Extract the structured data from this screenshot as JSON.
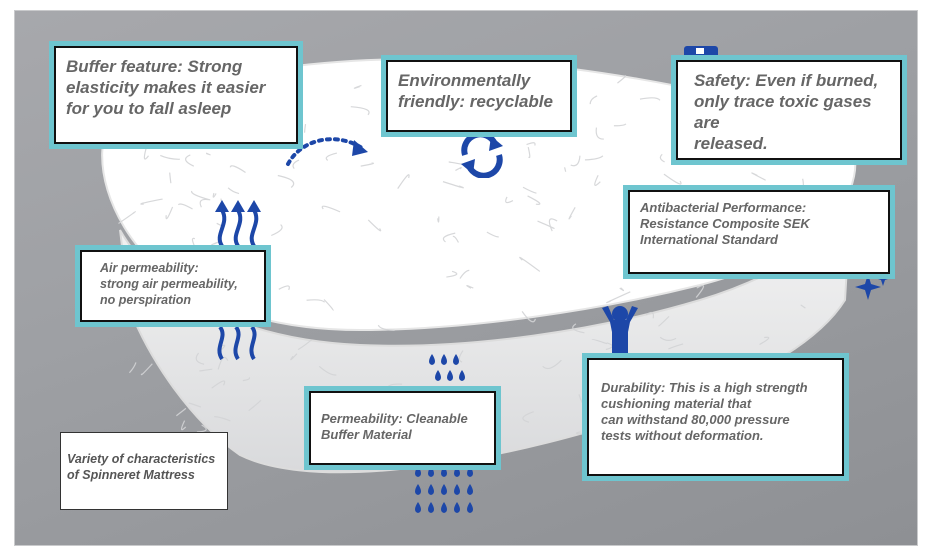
{
  "colors": {
    "accent_border": "#6ec5cf",
    "icon_blue": "#1d47a8",
    "backdrop": "#9ea0a4",
    "fiber": "#ffffff"
  },
  "callouts": {
    "buffer": "Buffer feature: Strong\nelasticity makes it easier\nfor you to fall asleep",
    "environment": "Environmentally\nfriendly: recyclable",
    "safety": "Safety: Even if burned,\nonly trace toxic gases are\nreleased.",
    "antibacterial": "Antibacterial Performance:\nResistance Composite SEK\nInternational Standard",
    "air": "Air permeability:\nstrong air permeability,\nno perspiration",
    "permeability": "Permeability: Cleanable\nBuffer Material",
    "durability": "Durability: This is a high strength\ncushioning material that\ncan withstand 80,000 pressure\ntests without deformation.",
    "variety": "Variety of characteristics\nof Spinneret Mattress"
  },
  "icons": [
    "dotted-arc-arrow-icon",
    "recycle-icon",
    "fire-extinguisher-icon",
    "sparkle-icon",
    "upward-airflow-icon",
    "water-drops-icon",
    "person-pressure-icon"
  ]
}
